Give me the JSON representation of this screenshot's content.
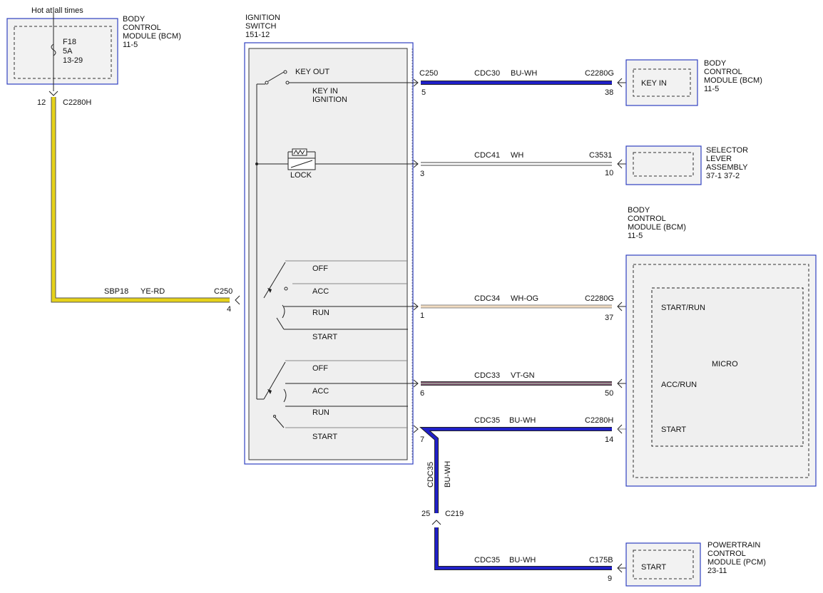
{
  "hot_label": "Hot at all times",
  "bcm_top": {
    "name_lines": [
      "BODY",
      "CONTROL",
      "MODULE (BCM)",
      "11-5"
    ],
    "fuse_lines": [
      "F18",
      "5A",
      "13-29"
    ],
    "pin": "12",
    "connector": "C2280H"
  },
  "ignition_switch": {
    "title_lines": [
      "IGNITION",
      "SWITCH",
      "151-12"
    ],
    "key_out": "KEY OUT",
    "key_in_lines": [
      "KEY IN",
      "IGNITION"
    ],
    "lock": "LOCK",
    "pos_set1": [
      "OFF",
      "ACC",
      "RUN",
      "START"
    ],
    "pos_set2": [
      "OFF",
      "ACC",
      "RUN",
      "START"
    ]
  },
  "sbp": {
    "circuit": "SBP18",
    "color": "YE-RD",
    "connector": "C250",
    "pin": "4"
  },
  "circuits": [
    {
      "left_conn": "C250",
      "left_pin": "5",
      "circuit": "CDC30",
      "color": "BU-WH",
      "right_conn": "C2280G",
      "right_pin": "38"
    },
    {
      "left_conn": "",
      "left_pin": "3",
      "circuit": "CDC41",
      "color": "WH",
      "right_conn": "C3531",
      "right_pin": "10"
    },
    {
      "left_conn": "",
      "left_pin": "1",
      "circuit": "CDC34",
      "color": "WH-OG",
      "right_conn": "C2280G",
      "right_pin": "37"
    },
    {
      "left_conn": "",
      "left_pin": "6",
      "circuit": "CDC33",
      "color": "VT-GN",
      "right_conn": "",
      "right_pin": "50"
    },
    {
      "left_conn": "",
      "left_pin": "7",
      "circuit": "CDC35",
      "color": "BU-WH",
      "right_conn": "C2280H",
      "right_pin": "14"
    },
    {
      "left_conn": "",
      "left_pin": "",
      "circuit": "CDC35",
      "color": "BU-WH",
      "right_conn": "C175B",
      "right_pin": "9"
    }
  ],
  "vertical_wire": {
    "circuit": "CDC35",
    "color": "BU-WH",
    "pin": "25",
    "connector": "C219"
  },
  "bcm_keyin": {
    "name_lines": [
      "BODY",
      "CONTROL",
      "MODULE (BCM)",
      "11-5"
    ],
    "inner": "KEY IN"
  },
  "selector": {
    "name_lines": [
      "SELECTOR",
      "LEVER",
      "ASSEMBLY",
      "37-1   37-2"
    ]
  },
  "bcm_micro": {
    "name_lines": [
      "BODY",
      "CONTROL",
      "MODULE (BCM)",
      "11-5"
    ],
    "micro": "MICRO",
    "start_run": "START/RUN",
    "acc_run": "ACC/RUN",
    "start": "START"
  },
  "pcm": {
    "name_lines": [
      "POWERTRAIN",
      "CONTROL",
      "MODULE (PCM)",
      "23-11"
    ],
    "inner": "START"
  },
  "colors": {
    "box_border": "#3040c0",
    "bu_wh": "#2020c8",
    "ye_rd": "#e6d21a",
    "wh_og": "#f2dcc0",
    "vt_gn": "#7a4a6a"
  }
}
